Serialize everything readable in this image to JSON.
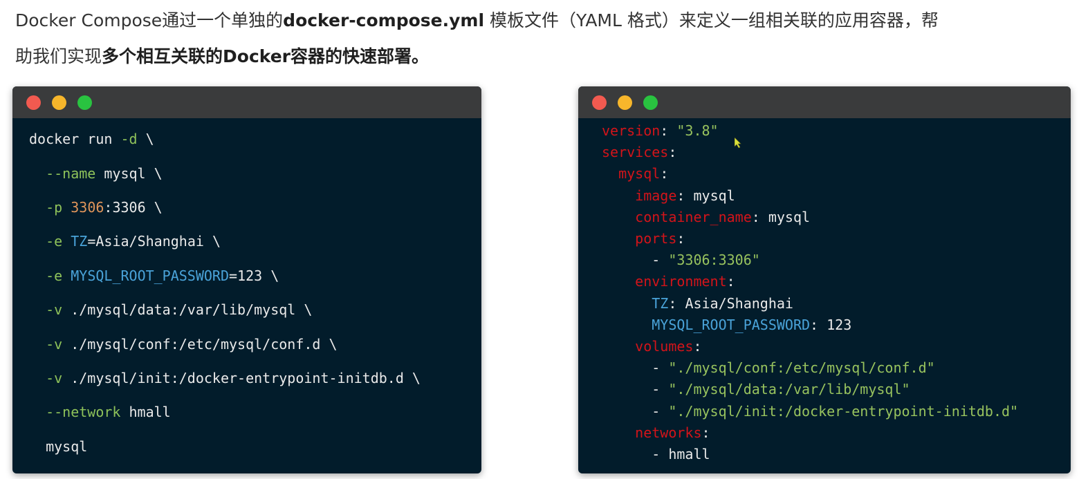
{
  "intro": {
    "line1_a": "Docker Compose通过一个单独的",
    "line1_b": "docker-compose.yml",
    "line1_c": " 模板文件（YAML 格式）来定义一组相关联的应用容器，帮",
    "line2_a": "助我们实现",
    "line2_b": "多个相互关联的Docker容器的快速部署。"
  },
  "left_code": [
    {
      "p1": "docker run ",
      "f": "-d",
      "p2": " \\"
    },
    {
      "p0": "  ",
      "f": "--name",
      "p2": " mysql \\"
    },
    {
      "p0": "  ",
      "f": "-p",
      "sp": " ",
      "num": "3306",
      "p2": ":3306 \\"
    },
    {
      "p0": "  ",
      "f": "-e",
      "sp": " ",
      "var": "TZ",
      "p2": "=Asia/Shanghai \\"
    },
    {
      "p0": "  ",
      "f": "-e",
      "sp": " ",
      "var": "MYSQL_ROOT_PASSWORD",
      "p2": "=123 \\"
    },
    {
      "p0": "  ",
      "f": "-v",
      "p2": " ./mysql/data:/var/lib/mysql \\"
    },
    {
      "p0": "  ",
      "f": "-v",
      "p2": " ./mysql/conf:/etc/mysql/conf.d \\"
    },
    {
      "p0": "  ",
      "f": "-v",
      "p2": " ./mysql/init:/docker-entrypoint-initdb.d \\"
    },
    {
      "p0": "  ",
      "f": "--network",
      "p2": " hmall"
    },
    {
      "p0": "  ",
      "f": "",
      "p2": "mysql"
    }
  ],
  "right_code": [
    {
      "ind": "",
      "key": "version",
      "colon": ": ",
      "str": "\"3.8\"",
      "val": ""
    },
    {
      "ind": "",
      "key": "services",
      "colon": ":",
      "str": "",
      "val": ""
    },
    {
      "ind": "  ",
      "key": "mysql",
      "colon": ":",
      "str": "",
      "val": ""
    },
    {
      "ind": "    ",
      "key": "image",
      "colon": ": ",
      "str": "",
      "val": "mysql"
    },
    {
      "ind": "    ",
      "key": "container_name",
      "colon": ": ",
      "str": "",
      "val": "mysql"
    },
    {
      "ind": "    ",
      "key": "ports",
      "colon": ":",
      "str": "",
      "val": ""
    },
    {
      "ind": "      ",
      "key": "",
      "colon": "- ",
      "str": "\"3306:3306\"",
      "val": ""
    },
    {
      "ind": "    ",
      "key": "environment",
      "colon": ":",
      "str": "",
      "val": ""
    },
    {
      "ind": "      ",
      "bkey": "TZ",
      "colon": ": ",
      "str": "",
      "val": "Asia/Shanghai"
    },
    {
      "ind": "      ",
      "bkey": "MYSQL_ROOT_PASSWORD",
      "colon": ": ",
      "str": "",
      "val": "123"
    },
    {
      "ind": "    ",
      "key": "volumes",
      "colon": ":",
      "str": "",
      "val": ""
    },
    {
      "ind": "      ",
      "key": "",
      "colon": "- ",
      "str": "\"./mysql/conf:/etc/mysql/conf.d\"",
      "val": ""
    },
    {
      "ind": "      ",
      "key": "",
      "colon": "- ",
      "str": "\"./mysql/data:/var/lib/mysql\"",
      "val": ""
    },
    {
      "ind": "      ",
      "key": "",
      "colon": "- ",
      "str": "\"./mysql/init:/docker-entrypoint-initdb.d\"",
      "val": ""
    },
    {
      "ind": "    ",
      "key": "networks",
      "colon": ":",
      "str": "",
      "val": ""
    },
    {
      "ind": "      ",
      "key": "",
      "colon": "- ",
      "str": "",
      "val": "hmall"
    }
  ]
}
